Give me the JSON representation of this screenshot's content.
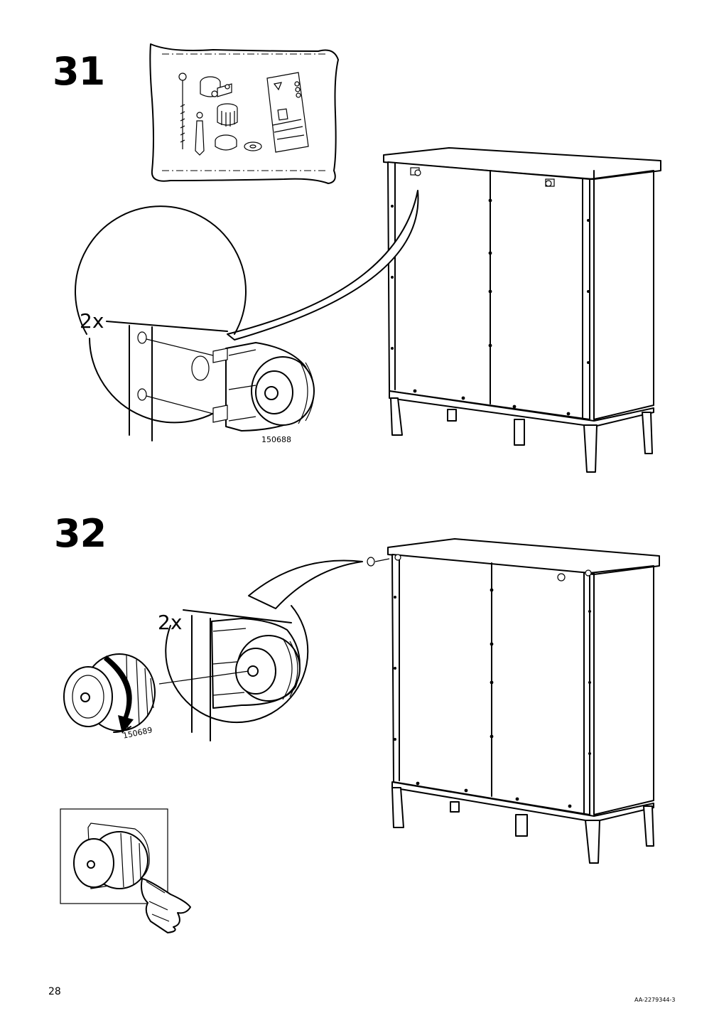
{
  "steps": [
    {
      "number": "31",
      "quantity": "2x",
      "part_number": "150688"
    },
    {
      "number": "32",
      "quantity": "2x",
      "part_number": "150689"
    }
  ],
  "footer": {
    "page_number": "28",
    "document_code": "AA-2279344-3"
  },
  "icons": [
    "warning-triangle-icon",
    "pointing-hand-icon",
    "rotation-arrow-icon"
  ]
}
